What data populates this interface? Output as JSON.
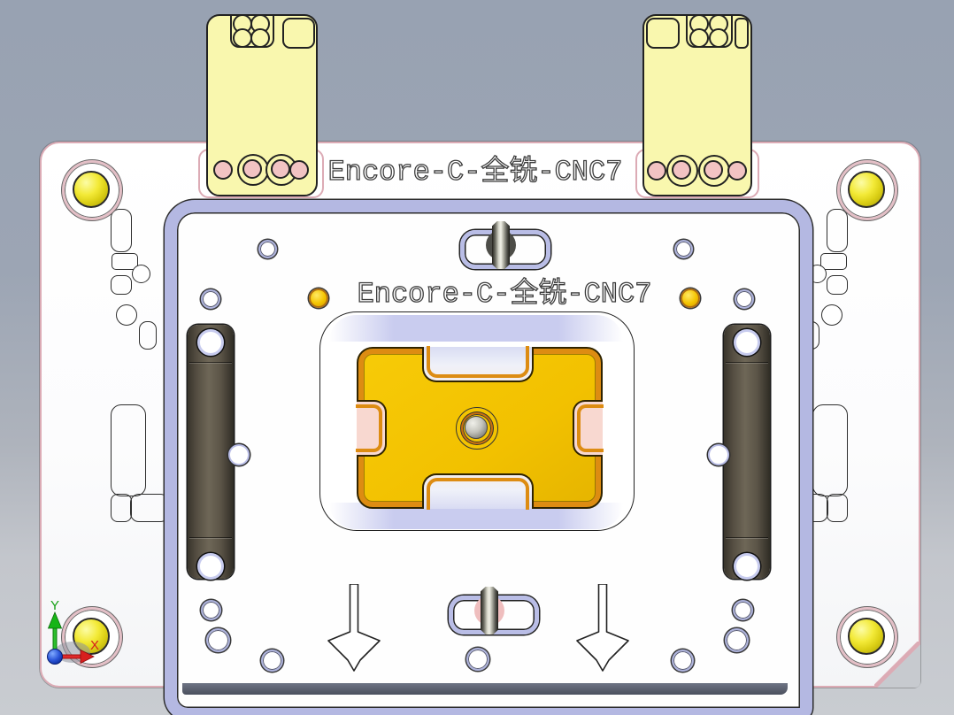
{
  "viewport": {
    "type": "cad-3d-viewport",
    "background_top": "#98A2B2",
    "background_bottom": "#C9CCD1"
  },
  "engravings": {
    "base_plate_text": "Encore-C-全铣-CNC7",
    "fixture_plate_text": "Encore-C-全铣-CNC7"
  },
  "triad": {
    "x_label": "X",
    "y_label": "Y",
    "x_color": "#D81E1E",
    "y_color": "#16A416",
    "origin_color": "#1A3FD0"
  },
  "colors": {
    "base_plate": "#FFFFFF",
    "plate_edge_pink": "#DCABB5",
    "clamp_yellow": "#F9F7AE",
    "clamp_hole_pink": "#F2C3C3",
    "fixture_frame_lavender": "#B4B8E2",
    "part_gold": "#F4C400",
    "part_border_orange": "#DD8C12",
    "rail_dark": "#554E42",
    "locator_yellow": "#EFE43B",
    "pocket_pink": "#F8D8D0",
    "bottom_edge_dark": "#4B505E"
  },
  "parts": [
    "base-plate",
    "clamp-left",
    "clamp-right",
    "fixture-plate",
    "corner-locator x4",
    "side-rail x2",
    "workpiece-gold",
    "center-boss",
    "slot-pin x2",
    "down-arrow x2",
    "origin-triad"
  ]
}
